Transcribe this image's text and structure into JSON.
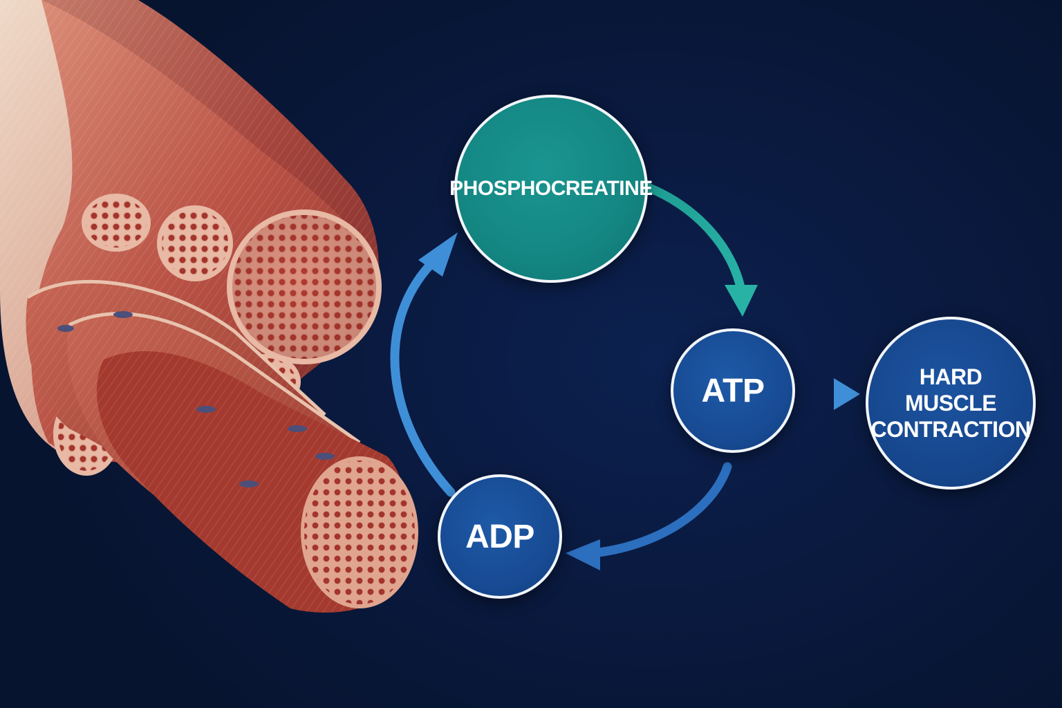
{
  "nodes": {
    "phosphocreatine": "PHOSPHOCREATINE",
    "atp": "ATP",
    "adp": "ADP",
    "hard_contraction": [
      "HARD",
      "MUSCLE",
      "CONTRACTION"
    ]
  },
  "colors": {
    "background": "#0a1a40",
    "teal": "#148682",
    "blue": "#174a92",
    "arrow_teal": "#21a39b",
    "arrow_blue": "#3f8fd8",
    "muscle": "#b8483c",
    "tendon": "#e6c9b4"
  },
  "illustration": "muscle-fiber-bundle"
}
